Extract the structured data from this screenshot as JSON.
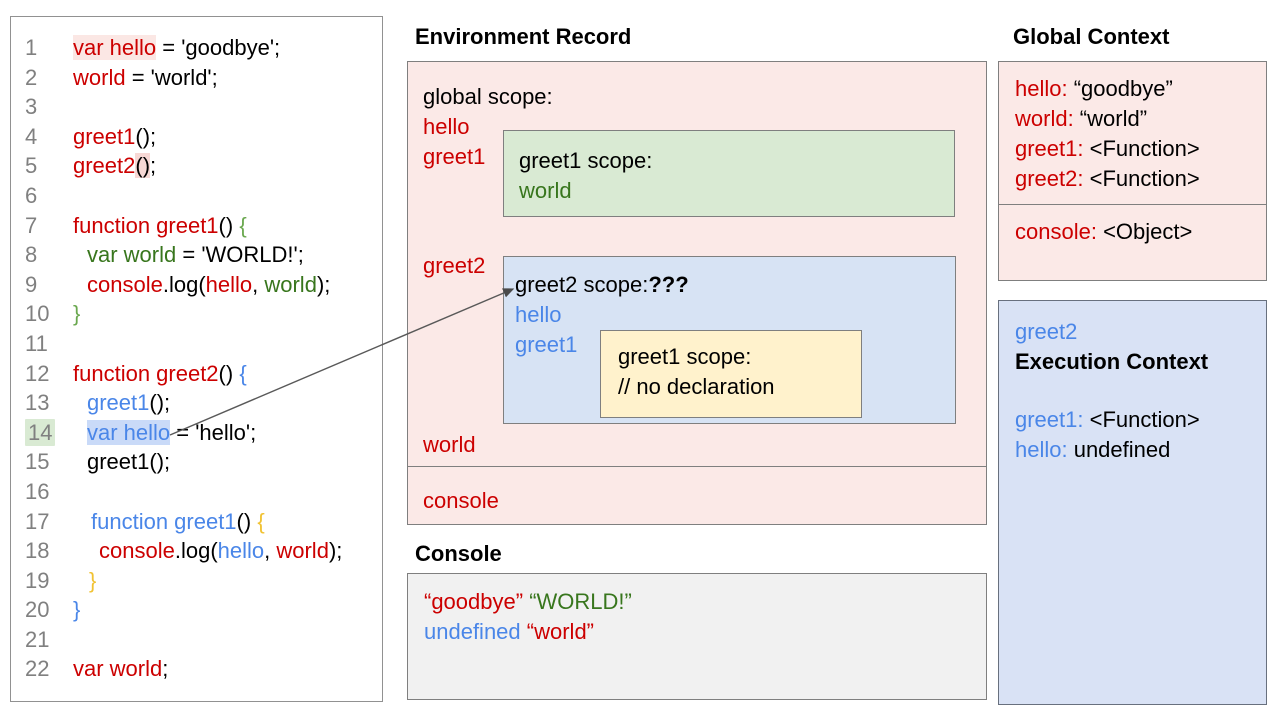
{
  "colors": {
    "code_red": "#cc0000",
    "code_green": "#38761d",
    "brace_green": "#6aa84f",
    "code_blue": "#4a86e8",
    "brace_orange": "#f1c232",
    "pink_box_bg": "#fbe9e7",
    "green_box_bg": "#d9ead3",
    "blue_box_bg": "#d7e3f4",
    "yellow_box_bg": "#fff2cc",
    "console_bg": "#f1f1f1",
    "line_number_gray": "#808080",
    "highlight_blue": "#c9daf8",
    "highlight_pink": "#f7d8d5",
    "highlight_green": "#d9ead3"
  },
  "code": {
    "lines": [
      {
        "n": "1",
        "ind": 0,
        "tokens": [
          {
            "t": "var hello",
            "c": "red",
            "hl": "pinklight"
          },
          {
            "t": " = 'goodbye';",
            "c": "black"
          }
        ]
      },
      {
        "n": "2",
        "ind": 0,
        "tokens": [
          {
            "t": "world",
            "c": "red"
          },
          {
            "t": " = 'world';",
            "c": "black"
          }
        ]
      },
      {
        "n": "3",
        "ind": 0,
        "tokens": []
      },
      {
        "n": "4",
        "ind": 0,
        "tokens": [
          {
            "t": "greet1",
            "c": "red"
          },
          {
            "t": "();",
            "c": "black"
          }
        ]
      },
      {
        "n": "5",
        "ind": 0,
        "tokens": [
          {
            "t": "greet2",
            "c": "red"
          },
          {
            "t": "()",
            "c": "black",
            "hl": "pink"
          },
          {
            "t": ";",
            "c": "black"
          }
        ]
      },
      {
        "n": "6",
        "ind": 0,
        "tokens": []
      },
      {
        "n": "7",
        "ind": 0,
        "tokens": [
          {
            "t": "function greet1",
            "c": "red"
          },
          {
            "t": "() ",
            "c": "black"
          },
          {
            "t": "{",
            "c": "green2"
          }
        ]
      },
      {
        "n": "8",
        "ind": 14,
        "tokens": [
          {
            "t": "var world",
            "c": "green"
          },
          {
            "t": " = 'WORLD!';",
            "c": "black"
          }
        ]
      },
      {
        "n": "9",
        "ind": 14,
        "tokens": [
          {
            "t": "console",
            "c": "red"
          },
          {
            "t": ".log(",
            "c": "black"
          },
          {
            "t": "hello",
            "c": "red"
          },
          {
            "t": ", ",
            "c": "black"
          },
          {
            "t": "world",
            "c": "green"
          },
          {
            "t": ");",
            "c": "black"
          }
        ]
      },
      {
        "n": "10",
        "ind": 0,
        "tokens": [
          {
            "t": "}",
            "c": "green2"
          }
        ]
      },
      {
        "n": "11",
        "ind": 0,
        "tokens": []
      },
      {
        "n": "12",
        "ind": 0,
        "tokens": [
          {
            "t": "function greet2",
            "c": "red"
          },
          {
            "t": "() ",
            "c": "black"
          },
          {
            "t": "{",
            "c": "blue"
          }
        ]
      },
      {
        "n": "13",
        "ind": 14,
        "tokens": [
          {
            "t": "greet1",
            "c": "blue"
          },
          {
            "t": "();",
            "c": "black"
          }
        ]
      },
      {
        "n": "14",
        "ind": 14,
        "num_hl": "green",
        "tokens": [
          {
            "t": "var hello",
            "c": "blue",
            "hl": "blue"
          },
          {
            "t": " = 'hello';",
            "c": "black"
          }
        ]
      },
      {
        "n": "15",
        "ind": 14,
        "tokens": [
          {
            "t": "greet1();",
            "c": "black"
          }
        ]
      },
      {
        "n": "16",
        "ind": 0,
        "tokens": []
      },
      {
        "n": "17",
        "ind": 18,
        "tokens": [
          {
            "t": "function greet1",
            "c": "blue"
          },
          {
            "t": "() ",
            "c": "black"
          },
          {
            "t": "{",
            "c": "orange"
          }
        ]
      },
      {
        "n": "18",
        "ind": 26,
        "tokens": [
          {
            "t": "console",
            "c": "red"
          },
          {
            "t": ".log(",
            "c": "black"
          },
          {
            "t": "hello",
            "c": "blue"
          },
          {
            "t": ", ",
            "c": "black"
          },
          {
            "t": "world",
            "c": "red"
          },
          {
            "t": ");",
            "c": "black"
          }
        ]
      },
      {
        "n": "19",
        "ind": 16,
        "tokens": [
          {
            "t": "}",
            "c": "orange"
          }
        ]
      },
      {
        "n": "20",
        "ind": 0,
        "tokens": [
          {
            "t": "}",
            "c": "blue"
          }
        ]
      },
      {
        "n": "21",
        "ind": 0,
        "tokens": []
      },
      {
        "n": "22",
        "ind": 0,
        "tokens": [
          {
            "t": "var world",
            "c": "red"
          },
          {
            "t": ";",
            "c": "black"
          }
        ]
      }
    ]
  },
  "environment_record": {
    "title": "Environment Record",
    "global_scope_label": "global scope:",
    "hello_label": "hello",
    "greet1_label": "greet1",
    "greet2_label": "greet2",
    "world_label": "world",
    "console_label": "console",
    "greet1_scope": {
      "label": "greet1 scope:",
      "var1": "world"
    },
    "greet2_scope": {
      "label": "greet2 scope:",
      "mystery": "???",
      "var1": "hello",
      "var2": "greet1",
      "nested": {
        "label": "greet1 scope:",
        "comment": "// no declaration"
      }
    }
  },
  "console_panel": {
    "title": "Console",
    "lines": [
      [
        {
          "t": "“goodbye”",
          "c": "red"
        },
        {
          "t": " ",
          "c": "black"
        },
        {
          "t": "“WORLD!”",
          "c": "green"
        }
      ],
      [
        {
          "t": "undefined",
          "c": "blue"
        },
        {
          "t": " ",
          "c": "black"
        },
        {
          "t": "“world”",
          "c": "red"
        }
      ]
    ]
  },
  "global_context": {
    "title": "Global Context",
    "entries": [
      {
        "label": "hello:",
        "value": "“goodbye”"
      },
      {
        "label": "world:",
        "value": "“world”"
      },
      {
        "label": "greet1:",
        "value": "<Function>"
      },
      {
        "label": "greet2:",
        "value": "<Function>"
      }
    ],
    "console_entry": {
      "label": "console:",
      "value": "<Object>"
    }
  },
  "execution_context": {
    "fn_name": "greet2",
    "heading": "Execution Context",
    "entries": [
      {
        "label": "greet1:",
        "value": "<Function>"
      },
      {
        "label": "hello:",
        "value": "undefined"
      }
    ]
  }
}
